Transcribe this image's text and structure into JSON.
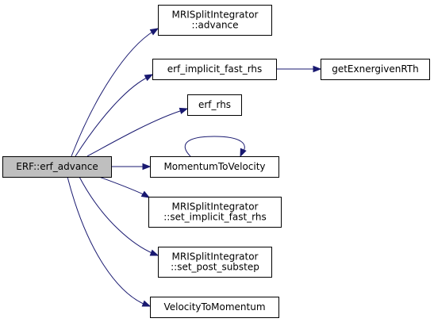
{
  "nodes": [
    {
      "id": "root",
      "lines": [
        "ERF::erf_advance"
      ],
      "root": true
    },
    {
      "id": "advance",
      "lines": [
        "MRISplitIntegrator",
        "::advance"
      ]
    },
    {
      "id": "implicit",
      "lines": [
        "erf_implicit_fast_rhs"
      ]
    },
    {
      "id": "exner",
      "lines": [
        "getExnergivenRTh"
      ]
    },
    {
      "id": "rhs",
      "lines": [
        "erf_rhs"
      ]
    },
    {
      "id": "m2v",
      "lines": [
        "MomentumToVelocity"
      ]
    },
    {
      "id": "setimpl",
      "lines": [
        "MRISplitIntegrator",
        "::set_implicit_fast_rhs"
      ]
    },
    {
      "id": "setpost",
      "lines": [
        "MRISplitIntegrator",
        "::set_post_substep"
      ]
    },
    {
      "id": "v2m",
      "lines": [
        "VelocityToMomentum"
      ]
    }
  ],
  "edges": [
    {
      "from": "root",
      "to": "advance"
    },
    {
      "from": "root",
      "to": "implicit"
    },
    {
      "from": "implicit",
      "to": "exner"
    },
    {
      "from": "root",
      "to": "rhs"
    },
    {
      "from": "root",
      "to": "m2v"
    },
    {
      "from": "m2v",
      "to": "m2v"
    },
    {
      "from": "root",
      "to": "setimpl"
    },
    {
      "from": "root",
      "to": "setpost"
    },
    {
      "from": "root",
      "to": "v2m"
    }
  ],
  "colors": {
    "edge": "#191970",
    "root_fill": "#bfbfbf",
    "node_fill": "#ffffff",
    "border": "#000000"
  }
}
